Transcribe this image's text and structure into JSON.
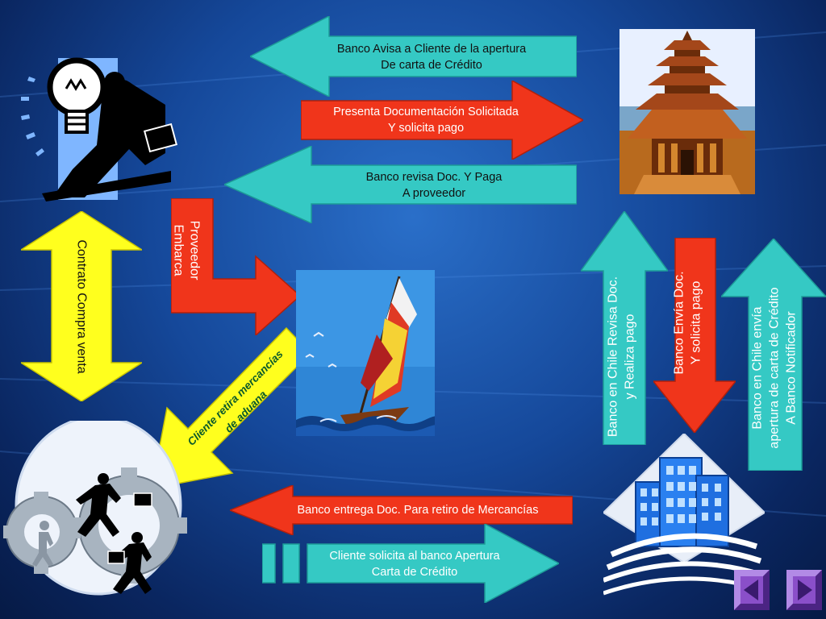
{
  "colors": {
    "background": "#15489a",
    "cyan_arrow": "#35c9c4",
    "red_arrow": "#f0351b",
    "yellow_arrow": "#ffff1e"
  },
  "arrows": {
    "a1": {
      "line1": "Banco Avisa a Cliente de la apertura",
      "line2": "De carta de Crédito"
    },
    "a2": {
      "line1": "Presenta Documentación Solicitada",
      "line2": "Y solicita pago"
    },
    "a3": {
      "line1": "Banco revisa Doc. Y Paga",
      "line2": "A proveedor"
    },
    "contrato": "Contrato Compra venta",
    "proveedor": {
      "line1": "Proveedor",
      "line2": "Embarca"
    },
    "cliente_retira": {
      "line1": "Cliente retira mercancías",
      "line2": "de aduana"
    },
    "banco_entrega": "Banco entrega Doc. Para retiro de Mercancías",
    "cliente_solicita": {
      "line1": "Cliente solicita al banco Apertura",
      "line2": "Carta de Crédito"
    },
    "revisa": {
      "line1": "Banco en Chile Revisa Doc.",
      "line2": "y Realiza pago"
    },
    "envia": {
      "line1": "Banco Envía Doc.",
      "line2": "Y solicita pago"
    },
    "apertura": {
      "line1": "Banco en Chile envía",
      "line2": "apertura de carta de Crédito",
      "line3": "A Banco Notificador"
    }
  },
  "icons": {
    "businessman": "businessman-lightbulb-icon",
    "temple": "pagoda-temple-icon",
    "sailboat": "sailboat-icon",
    "runners": "business-runners-gears-icon",
    "buildings": "bank-buildings-icon",
    "prev": "prev-slide-icon",
    "next": "next-slide-icon"
  }
}
